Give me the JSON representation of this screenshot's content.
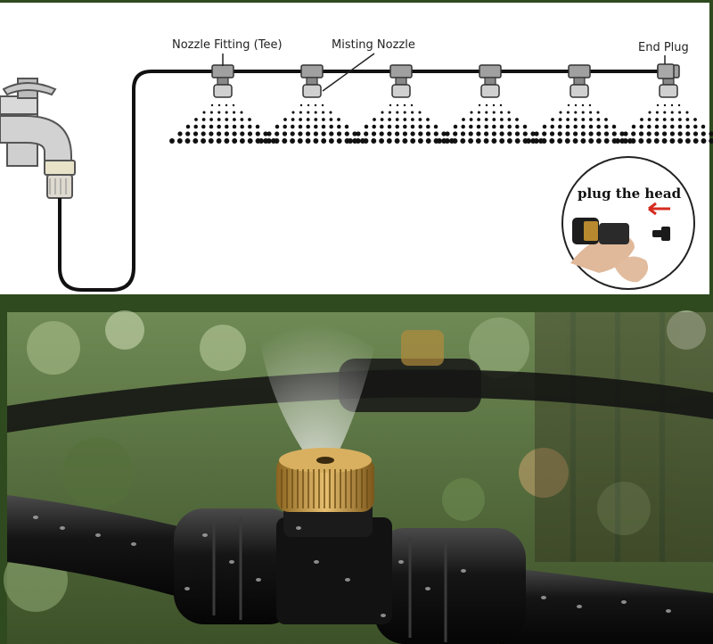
{
  "labels": {
    "fitting": "Nozzle Fitting (Tee)",
    "nozzle": "Misting Nozzle",
    "end_plug": "End Plug",
    "plug_head": "plug the head"
  },
  "nozzle_count": 6,
  "colors": {
    "pipe": "#111111",
    "fitting": "#9a9a9a",
    "brass": "#c9a048",
    "frame_green": "#2f4a1e",
    "arrow_red": "#d62b1f",
    "foliage": "#5b7a3c"
  }
}
